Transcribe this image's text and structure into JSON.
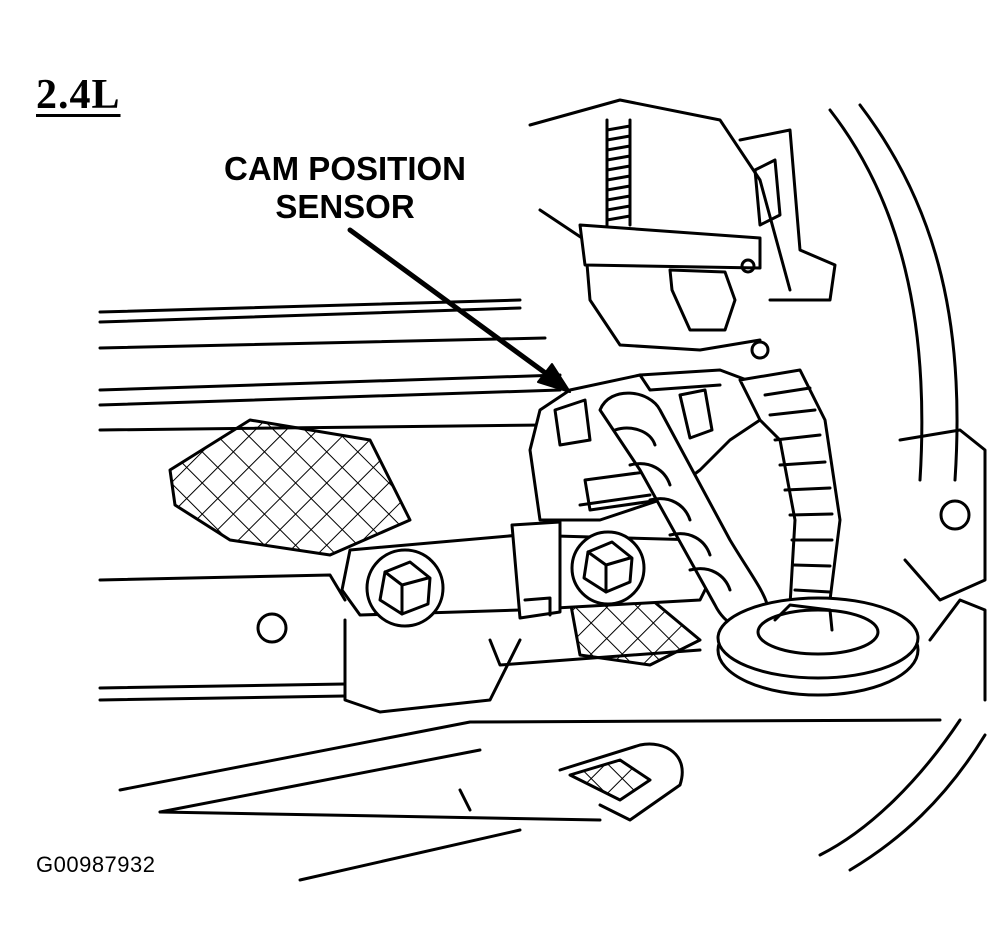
{
  "engine_label": "2.4L",
  "callout": {
    "line1": "CAM POSITION",
    "line2": "SENSOR"
  },
  "figure_id": "G00987932"
}
